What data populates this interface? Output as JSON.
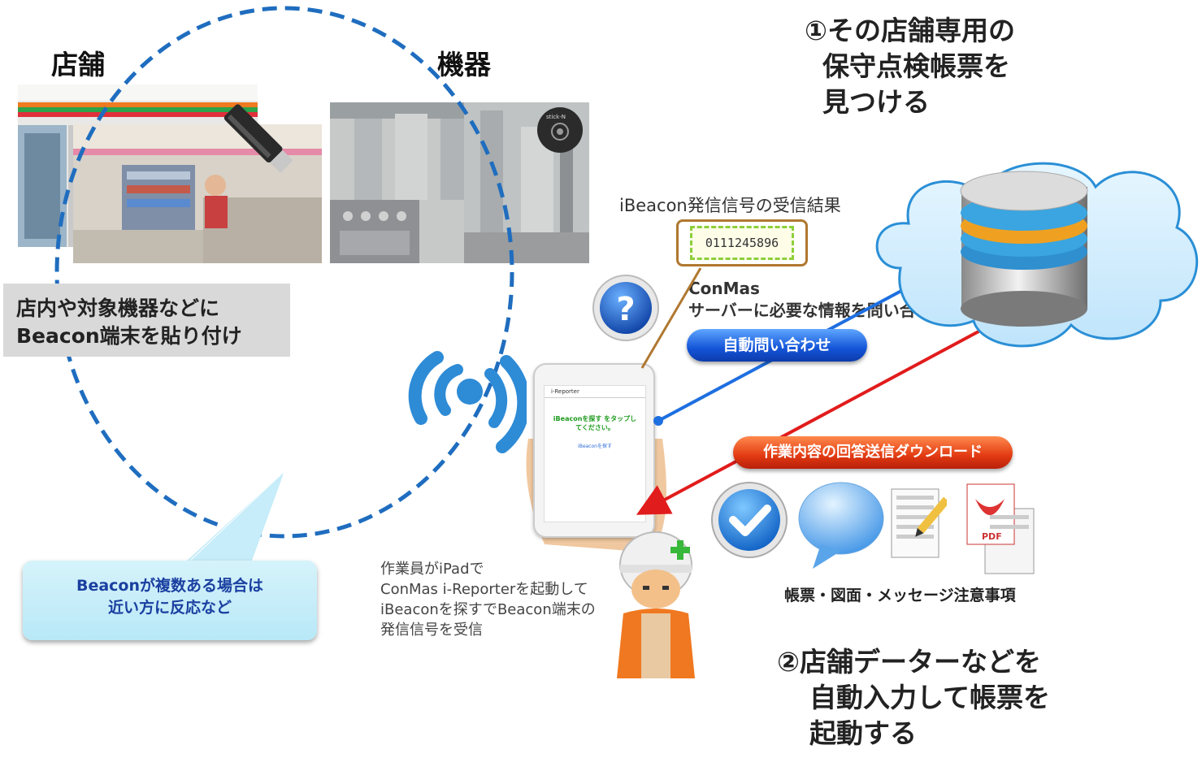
{
  "headings": {
    "store": "店舗",
    "equipment": "機器"
  },
  "step1": {
    "line1": "①その店舗専用の",
    "line2": "保守点検帳票を",
    "line3": "見つける"
  },
  "step2": {
    "line1": "②店舗データーなどを",
    "line2": "自動入力して帳票を",
    "line3": "起動する"
  },
  "gray_box": {
    "line1": "店内や対象機器などに",
    "line2": "Beacon端末を貼り付け"
  },
  "callout": {
    "line1": "Beaconが複数ある場合は",
    "line2": "近い方に反応など"
  },
  "signal": {
    "title": "iBeacon発信信号の受信結果",
    "value": "0111245896"
  },
  "conmas": {
    "line1": "ConMas",
    "line2": "サーバーに必要な情報を問い合わせ"
  },
  "buttons": {
    "auto_query": "自動問い合わせ",
    "download": "作業内容の回答送信ダウンロード"
  },
  "worker_text": {
    "line1": "作業員がiPadで",
    "line2": "ConMas i-Reporterを起動して",
    "line3": "iBeaconを探すでBeacon端末の",
    "line4": "発信信号を受信"
  },
  "docs_caption": "帳票・図面・メッセージ注意事項",
  "tablet_screen": {
    "app_name": "i-Reporter",
    "message_line1": "iBeaconを探す をタップし",
    "message_line2": "てください。",
    "link": "iBeaconを探す"
  },
  "beacon_device_label": "stick-N",
  "pdf_label": "PDF",
  "colors": {
    "dashed_ellipse": "#1f6dbf",
    "arrow_blue": "#1e6fe0",
    "arrow_red": "#e11c1c",
    "signal_icon": "#2e8bd6",
    "pill_blue": "#1454d8",
    "pill_red": "#e23a12"
  },
  "icons": [
    "usb-beacon-icon",
    "round-beacon-icon",
    "signal-waves-icon",
    "question-icon",
    "database-cloud-icon",
    "checkmark-icon",
    "speech-bubble-icon",
    "document-pencil-icon",
    "pdf-icon",
    "worker-icon"
  ]
}
